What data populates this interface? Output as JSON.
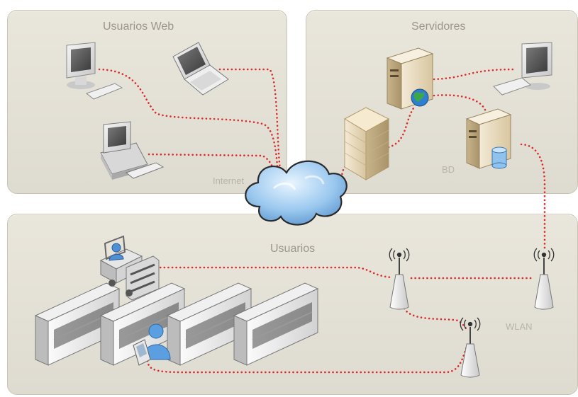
{
  "groups": {
    "web_users": "Usuarios Web",
    "servers": "Servidores",
    "users": "Usuarios"
  },
  "labels": {
    "internet": "Internet",
    "database": "BD",
    "wlan": "WLAN"
  },
  "colors": {
    "link": "#d92d2d",
    "panel": "#e6e3d9",
    "label": "#9a968c"
  }
}
